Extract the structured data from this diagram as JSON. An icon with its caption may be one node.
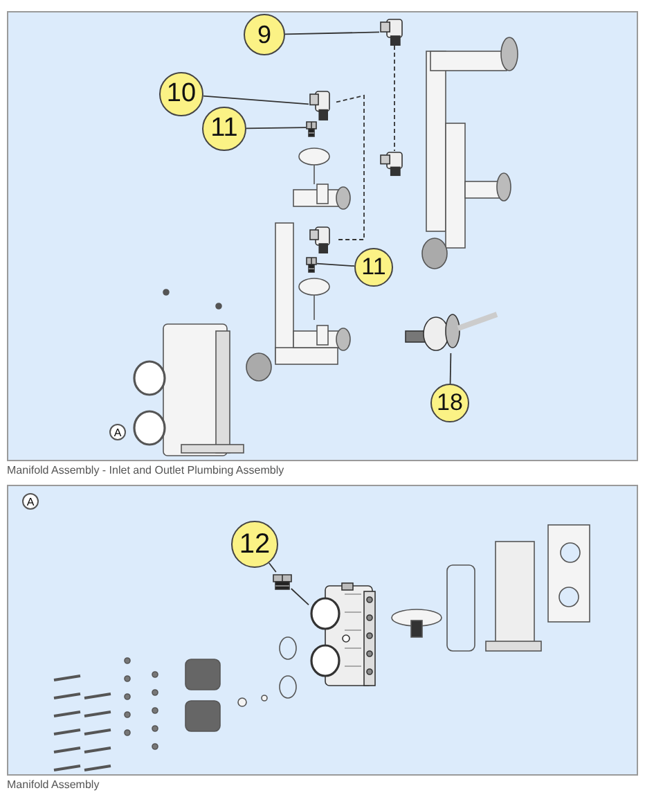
{
  "diagram": {
    "nodes": [
      {
        "text": [
          "Manifold Assembly - Inlet and Outlet Plumbing Assembly"
        ]
      },
      {
        "text": [
          "9"
        ],
        "in": 0
      },
      {
        "text": [],
        "shape": "picture",
        "in": 0
      },
      {
        "text": [],
        "shape": "picture",
        "in": 0
      },
      {
        "text": [
          "10"
        ],
        "in": 0
      },
      {
        "text": [],
        "shape": "picture",
        "in": 0
      },
      {
        "text": [
          "11"
        ],
        "in": 0
      },
      {
        "text": [],
        "shape": "picture",
        "in": 0
      },
      {
        "text": [],
        "shape": "picture",
        "in": 0
      },
      {
        "text": [],
        "shape": "picture",
        "in": 0
      },
      {
        "text": [
          "11"
        ],
        "in": 0
      },
      {
        "text": [],
        "shape": "picture",
        "in": 0
      },
      {
        "text": [
          "18"
        ],
        "in": 0
      },
      {
        "text": [
          "Manifold Assembly"
        ]
      },
      {
        "text": [
          "12"
        ],
        "in": 13
      },
      {
        "text": [],
        "shape": "picture",
        "in": 13
      },
      {
        "text": [],
        "shape": "picture",
        "in": 13
      }
    ],
    "edges": [
      {
        "from": 1,
        "to": 2,
        "arrow": "none"
      },
      {
        "from": 2,
        "to": 3,
        "arrow": "none",
        "style": "dashed"
      },
      {
        "from": 4,
        "to": 5,
        "arrow": "none"
      },
      {
        "from": 5,
        "to": 8,
        "arrow": "none",
        "style": "dashed"
      },
      {
        "from": 6,
        "to": 7,
        "arrow": "none"
      },
      {
        "from": 10,
        "to": 9,
        "arrow": "none"
      },
      {
        "from": 12,
        "to": 11,
        "arrow": "none"
      },
      {
        "from": 14,
        "to": 15,
        "arrow": "none"
      },
      {
        "from": 15,
        "to": 16,
        "arrow": "none"
      }
    ],
    "labels": [
      "A",
      "A"
    ]
  }
}
